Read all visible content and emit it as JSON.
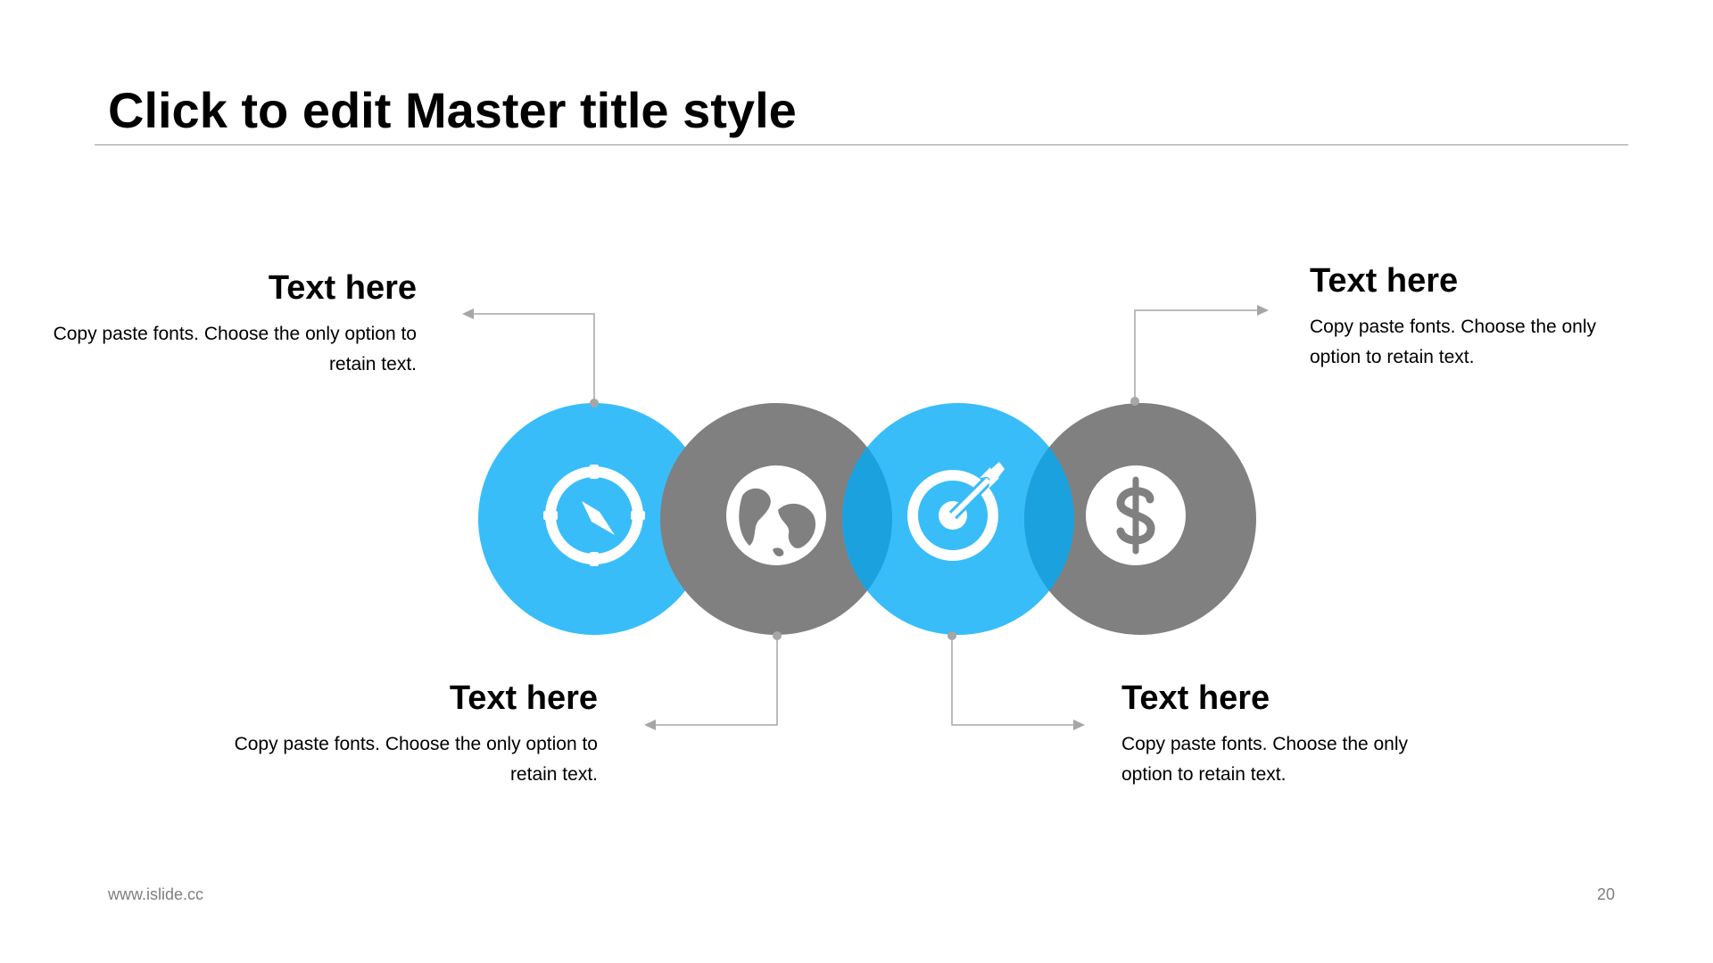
{
  "slide": {
    "title": "Click to edit Master title style",
    "footer_url": "www.islide.cc",
    "page_number": "20"
  },
  "colors": {
    "accent_blue": "#38BDF9",
    "accent_gray": "#808080",
    "overlap_blue": "#1BA2DE",
    "connector": "#a6a6a6"
  },
  "circles": [
    {
      "icon": "compass-icon",
      "color": "#38BDF9"
    },
    {
      "icon": "globe-icon",
      "color": "#808080"
    },
    {
      "icon": "target-icon",
      "color": "#38BDF9"
    },
    {
      "icon": "dollar-icon",
      "color": "#808080"
    }
  ],
  "blocks": [
    {
      "heading": "Text here",
      "body": "Copy paste fonts. Choose the only option to retain text."
    },
    {
      "heading": "Text here",
      "body": "Copy paste fonts. Choose the only option to retain text."
    },
    {
      "heading": "Text here",
      "body": "Copy paste fonts. Choose the only option to retain text."
    },
    {
      "heading": "Text here",
      "body": "Copy paste fonts. Choose the only option to retain text."
    }
  ]
}
